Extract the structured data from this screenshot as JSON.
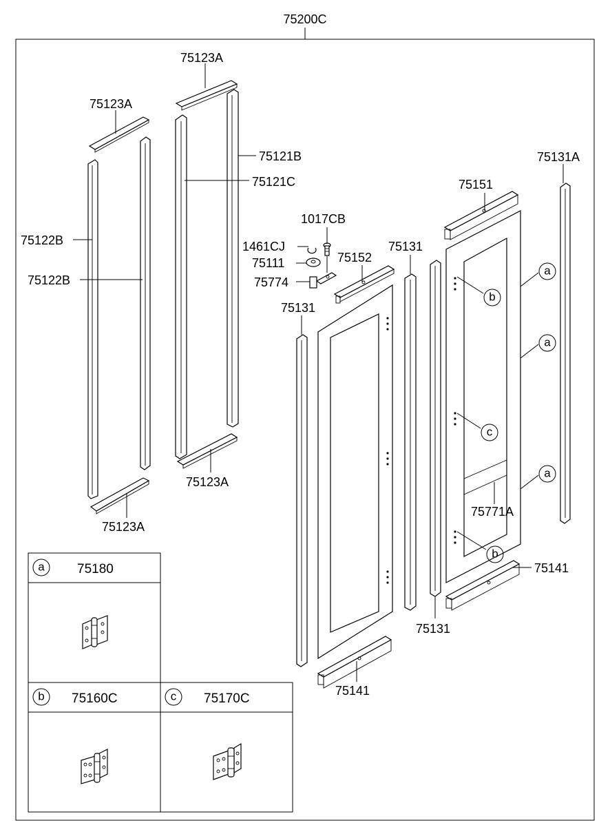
{
  "assembly_label": "75200C",
  "callouts": {
    "c75123A_top_right": "75123A",
    "c75123A_top_left": "75123A",
    "c75121B": "75121B",
    "c75121C": "75121C",
    "c75122B_left": "75122B",
    "c75122B_right": "75122B",
    "c75123A_mid": "75123A",
    "c75123A_bottom": "75123A",
    "c1017CB": "1017CB",
    "c1461CJ": "1461CJ",
    "c75111": "75111",
    "c75152": "75152",
    "c75774": "75774",
    "c75131_left": "75131",
    "c75131_mid": "75131",
    "c75131_right": "75131",
    "c75131A": "75131A",
    "c75151": "75151",
    "c75771A": "75771A",
    "c75141_left": "75141",
    "c75141_right": "75141"
  },
  "markers": {
    "a": "a",
    "b": "b",
    "c": "c"
  },
  "inset": {
    "a_part": "75180",
    "b_part": "75160C",
    "c_part": "75170C"
  }
}
